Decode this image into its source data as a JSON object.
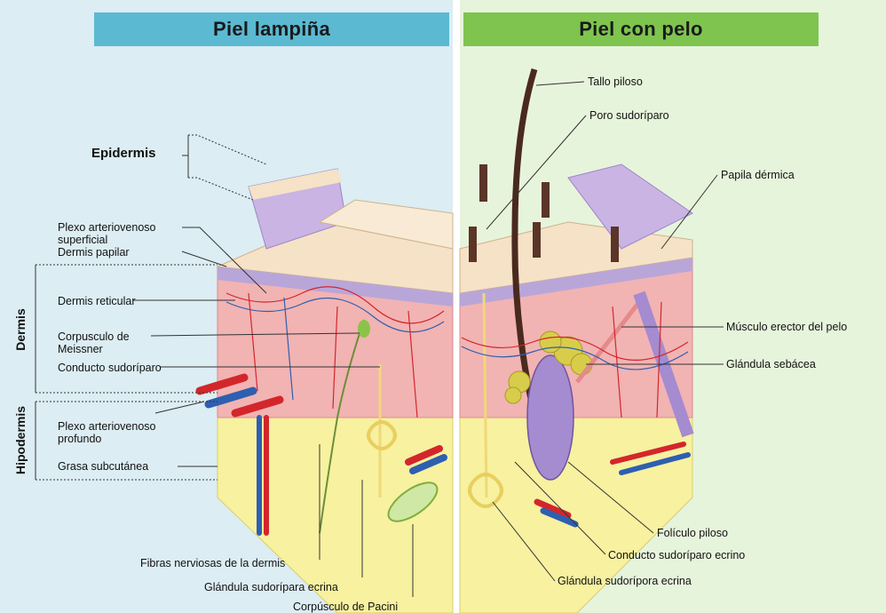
{
  "headers": {
    "left": "Piel lampiña",
    "right": "Piel con pelo"
  },
  "left_labels": {
    "epidermis": "Epidermis",
    "plexo_superficial_1": "Plexo arteriovenoso",
    "plexo_superficial_2": "superficial",
    "dermis_papilar": "Dermis papilar",
    "dermis_reticular": "Dermis reticular",
    "meissner_1": "Corpusculo de",
    "meissner_2": "Meissner",
    "conducto_sudoriparo": "Conducto sudoríparo",
    "plexo_profundo_1": "Plexo arteriovenoso",
    "plexo_profundo_2": "profundo",
    "grasa": "Grasa subcutánea",
    "dermis_vertical": "Dermis",
    "hipodermis_vertical": "Hipodermis",
    "fibras": "Fibras nerviosas de la dermis",
    "glandula_ecrina": "Glándula sudorípara ecrina",
    "pacini": "Corpúsculo de Pacini"
  },
  "right_labels": {
    "tallo": "Tallo piloso",
    "poro": "Poro sudoríparo",
    "papila": "Papila dérmica",
    "musculo": "Músculo erector del pelo",
    "sebacea": "Glándula sebácea",
    "foliculo": "Folículo piloso",
    "conducto_ecrino": "Conducto sudoríparo ecrino",
    "glandula_ecrina": "Glándula sudorípora ecrina"
  },
  "colors": {
    "left_bg": "#dcedf3",
    "right_bg": "#e7f4dc",
    "left_header": "#5bb9d2",
    "right_header": "#7ec44f",
    "epidermis": "#b9a6d8",
    "dermis": "#f2b3b3",
    "fat": "#f7f1a0",
    "artery": "#d3262b",
    "vein": "#2e5fb0"
  }
}
